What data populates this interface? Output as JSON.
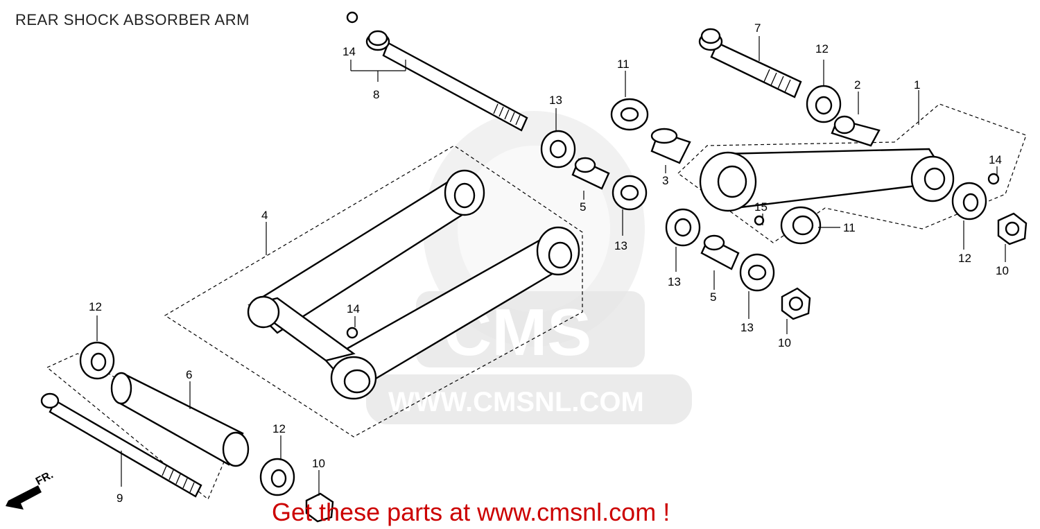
{
  "title": "REAR SHOCK ABSORBER ARM",
  "watermark": {
    "brand": "CMS",
    "url": "WWW.CMSNL.COM"
  },
  "footer": {
    "text": "Get these parts at www.cmsnl.com !",
    "color": "#cc0000"
  },
  "direction_label": "FR.",
  "callouts": [
    {
      "id": "c1",
      "text": "1"
    },
    {
      "id": "c2",
      "text": "2"
    },
    {
      "id": "c3",
      "text": "3"
    },
    {
      "id": "c4",
      "text": "4"
    },
    {
      "id": "c5a",
      "text": "5"
    },
    {
      "id": "c5b",
      "text": "5"
    },
    {
      "id": "c6",
      "text": "6"
    },
    {
      "id": "c7",
      "text": "7"
    },
    {
      "id": "c8",
      "text": "8"
    },
    {
      "id": "c9",
      "text": "9"
    },
    {
      "id": "c10a",
      "text": "10"
    },
    {
      "id": "c10b",
      "text": "10"
    },
    {
      "id": "c10c",
      "text": "10"
    },
    {
      "id": "c11a",
      "text": "11"
    },
    {
      "id": "c11b",
      "text": "11"
    },
    {
      "id": "c12a",
      "text": "12"
    },
    {
      "id": "c12b",
      "text": "12"
    },
    {
      "id": "c12c",
      "text": "12"
    },
    {
      "id": "c12d",
      "text": "12"
    },
    {
      "id": "c13a",
      "text": "13"
    },
    {
      "id": "c13b",
      "text": "13"
    },
    {
      "id": "c13c",
      "text": "13"
    },
    {
      "id": "c13d",
      "text": "13"
    },
    {
      "id": "c14a",
      "text": "14"
    },
    {
      "id": "c14b",
      "text": "14"
    },
    {
      "id": "c14c",
      "text": "14"
    },
    {
      "id": "c15",
      "text": "15"
    }
  ]
}
